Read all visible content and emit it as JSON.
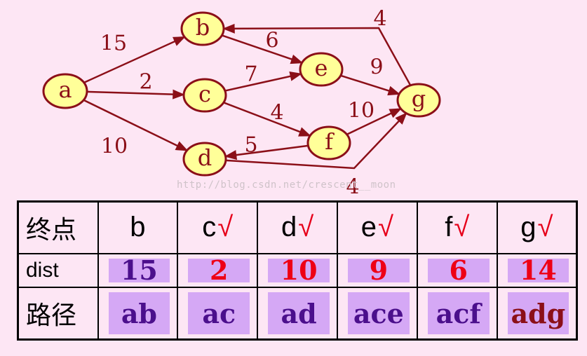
{
  "graph": {
    "nodes": [
      {
        "id": "a",
        "label": "a"
      },
      {
        "id": "b",
        "label": "b"
      },
      {
        "id": "c",
        "label": "c"
      },
      {
        "id": "d",
        "label": "d"
      },
      {
        "id": "e",
        "label": "e"
      },
      {
        "id": "f",
        "label": "f"
      },
      {
        "id": "g",
        "label": "g"
      }
    ],
    "edges": [
      {
        "from": "a",
        "to": "b",
        "weight": "15"
      },
      {
        "from": "a",
        "to": "c",
        "weight": "2"
      },
      {
        "from": "a",
        "to": "d",
        "weight": "10"
      },
      {
        "from": "b",
        "to": "e",
        "weight": "6"
      },
      {
        "from": "c",
        "to": "e",
        "weight": "7"
      },
      {
        "from": "c",
        "to": "f",
        "weight": "4"
      },
      {
        "from": "e",
        "to": "g",
        "weight": "9"
      },
      {
        "from": "f",
        "to": "g",
        "weight": "10"
      },
      {
        "from": "f",
        "to": "d",
        "weight": "5"
      },
      {
        "from": "g",
        "to": "b",
        "weight": "4"
      },
      {
        "from": "d",
        "to": "g",
        "weight": "4"
      }
    ],
    "colors": {
      "edge": "#8b0f18",
      "node_fill": "#ffff99"
    }
  },
  "watermark": "http://blog.csdn.net/crescent__moon",
  "table": {
    "row_headers": {
      "dest": "终点",
      "dist": "dist",
      "path": "路径"
    },
    "columns": [
      {
        "dest": "b",
        "checked": false,
        "dist": "15",
        "path": "ab",
        "dist_color": "purple",
        "path_color": "purple"
      },
      {
        "dest": "c",
        "checked": true,
        "dist": "2",
        "path": "ac",
        "dist_color": "red",
        "path_color": "purple"
      },
      {
        "dest": "d",
        "checked": true,
        "dist": "10",
        "path": "ad",
        "dist_color": "red",
        "path_color": "purple"
      },
      {
        "dest": "e",
        "checked": true,
        "dist": "9",
        "path": "ace",
        "dist_color": "red",
        "path_color": "purple"
      },
      {
        "dest": "f",
        "checked": true,
        "dist": "6",
        "path": "acf",
        "dist_color": "red",
        "path_color": "purple"
      },
      {
        "dest": "g",
        "checked": true,
        "dist": "14",
        "path": "adg",
        "dist_color": "red",
        "path_color": "dark"
      }
    ],
    "check_mark": "√"
  }
}
